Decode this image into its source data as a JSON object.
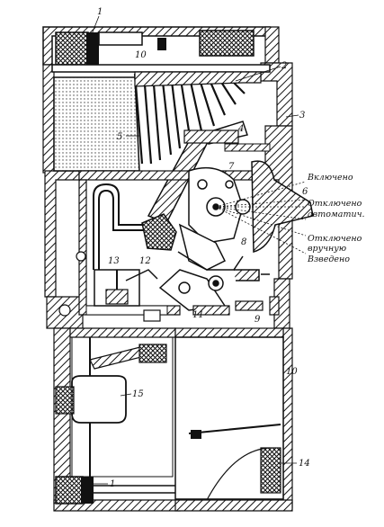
{
  "callouts": {
    "c1_top": "1",
    "c1_bottom": "1",
    "c2": "2",
    "c3": "3",
    "c4": "4",
    "c5": "5",
    "c6": "6",
    "c7": "7",
    "c8": "8",
    "c9": "9",
    "c10_top": "10",
    "c10_right": "10",
    "c11": "11",
    "c12": "12",
    "c13": "13",
    "c14": "14",
    "c15": "15"
  },
  "positions": {
    "on": "Включено",
    "off_auto_1": "Отключено",
    "off_auto_2": "автоматич.",
    "off_manual_1": "Отключено",
    "off_manual_2": "вручную",
    "cocked": "Взведено"
  },
  "colors": {
    "ink": "#111111",
    "paper": "#ffffff"
  }
}
